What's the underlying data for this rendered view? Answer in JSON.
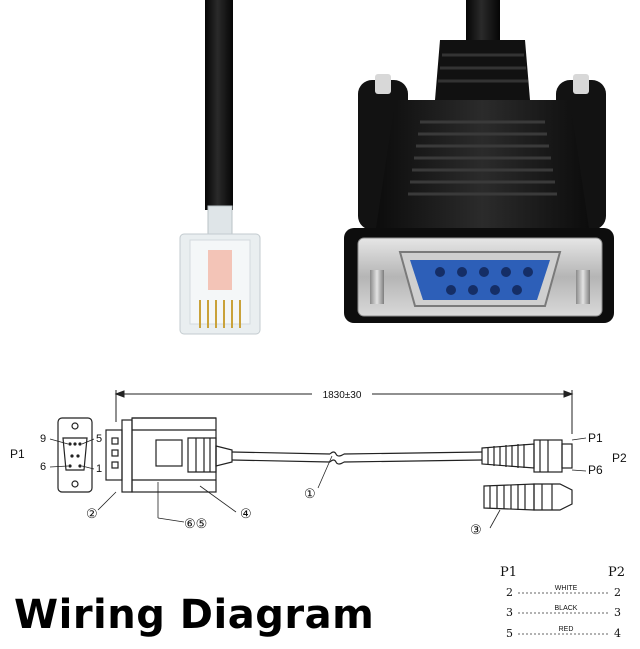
{
  "dimension": {
    "label": "1830±30"
  },
  "diagram_labels": {
    "p1_left": "P1",
    "pin9": "9",
    "pin5": "5",
    "pin6": "6",
    "pin1": "1",
    "p1_right": "P1",
    "p6_right": "P6",
    "p2_right": "P2",
    "callout1": "①",
    "callout2": "②",
    "callout3": "③",
    "callout4": "④",
    "callout65": "⑥⑤"
  },
  "title": "Wiring Diagram",
  "pinout": {
    "header_left": "P1",
    "header_right": "P2",
    "rows": [
      {
        "left": "2",
        "color": "WHITE",
        "right": "2"
      },
      {
        "left": "3",
        "color": "BLACK",
        "right": "3"
      },
      {
        "left": "5",
        "color": "RED",
        "right": "4"
      }
    ]
  }
}
